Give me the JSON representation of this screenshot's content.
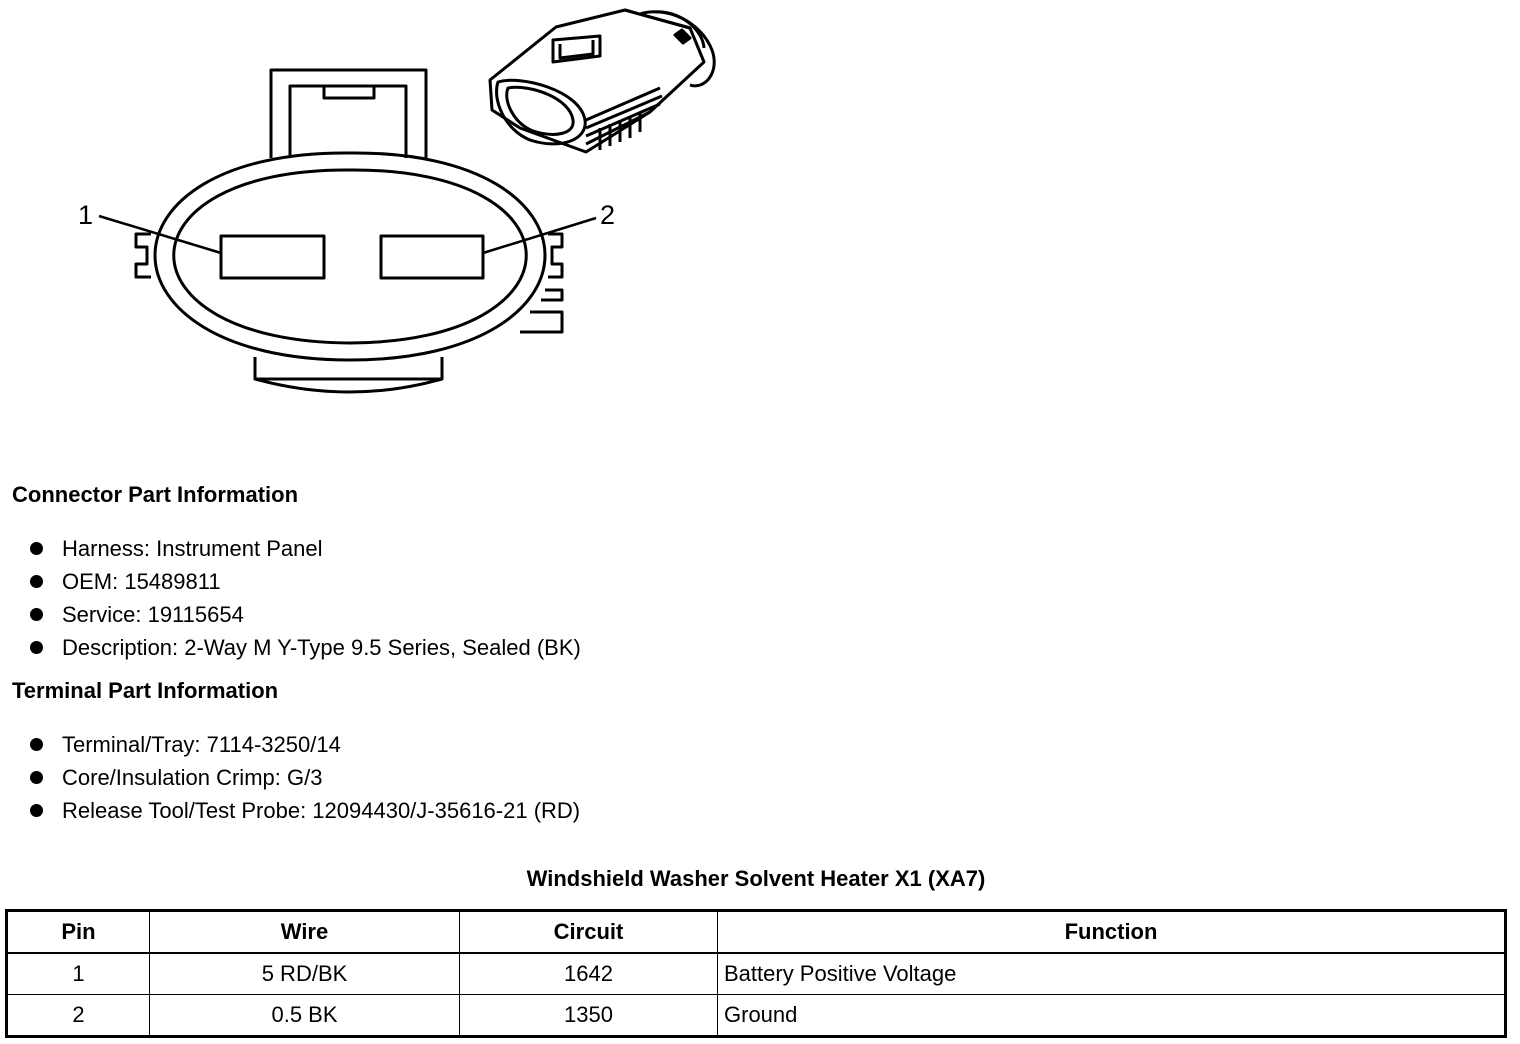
{
  "diagram": {
    "pin_labels": [
      "1",
      "2"
    ]
  },
  "connector_info": {
    "heading": "Connector Part Information",
    "items": [
      "Harness: Instrument Panel",
      "OEM: 15489811",
      "Service: 19115654",
      "Description: 2-Way M Y-Type 9.5 Series, Sealed (BK)"
    ]
  },
  "terminal_info": {
    "heading": "Terminal Part Information",
    "items": [
      "Terminal/Tray: 7114-3250/14",
      "Core/Insulation Crimp: G/3",
      "Release Tool/Test Probe: 12094430/J-35616-21 (RD)"
    ]
  },
  "table": {
    "title": "Windshield Washer Solvent Heater X1 (XA7)",
    "headers": [
      "Pin",
      "Wire",
      "Circuit",
      "Function"
    ],
    "rows": [
      [
        "1",
        "5 RD/BK",
        "1642",
        "Battery Positive Voltage"
      ],
      [
        "2",
        "0.5 BK",
        "1350",
        "Ground"
      ]
    ]
  }
}
